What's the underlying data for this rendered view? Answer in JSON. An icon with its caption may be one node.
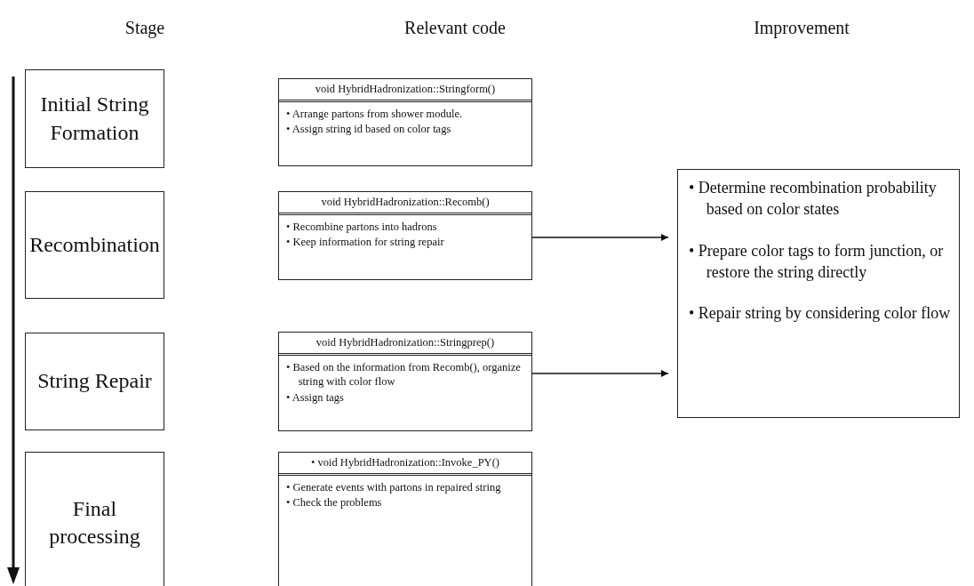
{
  "diagram": {
    "nodes": [
      {
        "text": [
          "Initial String Formation"
        ]
      },
      {
        "text": [
          "Recombination"
        ]
      },
      {
        "text": [
          "String Repair"
        ]
      },
      {
        "text": [
          "Final processing"
        ]
      },
      {
        "text": [
          "void HybridHadronization::Stringform()",
          "• Arrange partons from shower module.",
          "• Assign string id based on color tags"
        ]
      },
      {
        "text": [
          "void HybridHadronization::Recomb()",
          "• Recombine partons into hadrons",
          "• Keep information for string repair"
        ]
      },
      {
        "text": [
          "void HybridHadronization::Stringprep()",
          "• Based on the information from Recomb(), organize string with color flow",
          "• Assign tags"
        ]
      },
      {
        "text": [
          "• void HybridHadronization::Invoke_PY()",
          "• Generate events with partons in repaired string",
          "• Check the problems"
        ]
      },
      {
        "text": [
          "• Determine recombination probability based on color states",
          "• Prepare color tags to form junction, or restore the string directly",
          "• Repair string by considering color flow"
        ]
      }
    ],
    "edges": [
      {
        "from": 5,
        "to": 8,
        "arrow": "to"
      },
      {
        "from": 6,
        "to": 8,
        "arrow": "to"
      }
    ],
    "labels": [
      "Stage",
      "Relevant code",
      "Improvement"
    ]
  }
}
